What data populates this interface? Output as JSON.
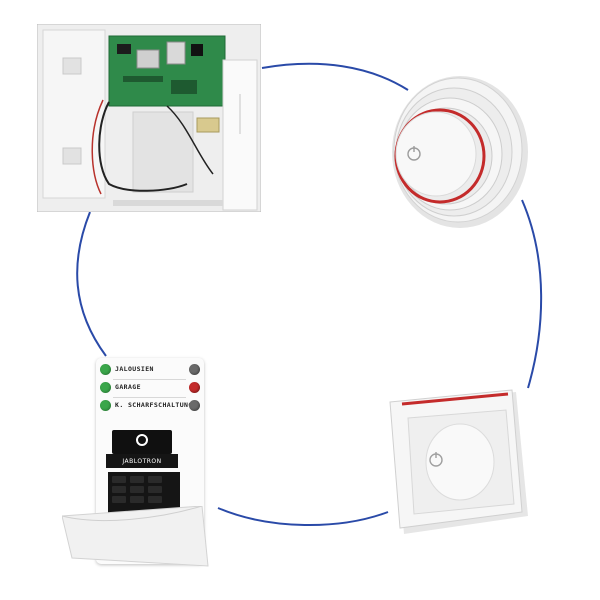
{
  "scene": {
    "ring_color": "#2a4aa8",
    "accent_red": "#c42b2b",
    "led_green": "#3aa64a"
  },
  "devices": {
    "control_panel": {
      "icon": "control-panel-icon"
    },
    "smoke_detector": {
      "icon": "smoke-detector-icon"
    },
    "siren": {
      "icon": "siren-icon"
    },
    "keypad": {
      "icon": "keypad-icon",
      "rows": [
        {
          "label": "JALOUSIEN",
          "button_color": "#6a6a6a"
        },
        {
          "label": "GARAGE",
          "button_color": "#c42b2b"
        },
        {
          "label": "K. SCHARFSCHALTUNG",
          "button_color": "#6a6a6a"
        }
      ],
      "brand": "JABLOTRON"
    }
  }
}
